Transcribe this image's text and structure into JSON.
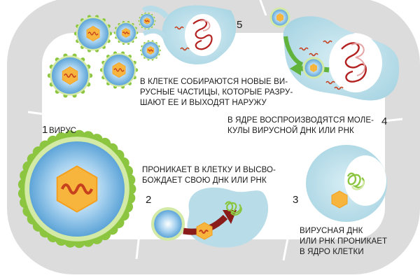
{
  "steps": [
    {
      "number": "1",
      "label": "ВИРУС"
    },
    {
      "number": "2",
      "lines": [
        "ПРОНИКАЕТ В КЛЕТКУ И ВЫСВО-",
        "БОЖДАЕТ СВОЮ ДНК ИЛИ РНК"
      ]
    },
    {
      "number": "3",
      "lines": [
        "ВИРУСНАЯ ДНК",
        "ИЛИ РНК ПРОНИКАЕТ",
        "В ЯДРО КЛЕТКИ"
      ]
    },
    {
      "number": "4",
      "lines": [
        "В ЯДРЕ ВОСПРОИЗВОДЯТСЯ МОЛЕ-",
        "КУЛЫ ВИРУСНОЙ ДНК ИЛИ РНК"
      ]
    },
    {
      "number": "5",
      "lines": [
        "В КЛЕТКЕ СОБИРАЮТСЯ НОВЫЕ ВИ-",
        "РУСНЫЕ ЧАСТИЦЫ, КОТОРЫЕ РАЗРУ-",
        "ШАЮТ ЕЕ И ВЫХОДЯТ НАРУЖУ"
      ]
    }
  ],
  "colors": {
    "track": "#dcdcdc",
    "cell": "#b9dde8",
    "cell_edge": "#9fcfdf",
    "nucleus": "#ffffff",
    "virus_core": "#7fb6e0",
    "virus_halo": "#d3e9a6",
    "virus_spikes": "#8cc640",
    "capsid": "#f7b53e",
    "capsid_edge": "#f4a01e",
    "rna": "#c8411e",
    "arrow_red": "#8a1d1a",
    "arrow_green": "#61b33c",
    "dna_green": "#8cc640",
    "dna_red": "#b32020"
  }
}
